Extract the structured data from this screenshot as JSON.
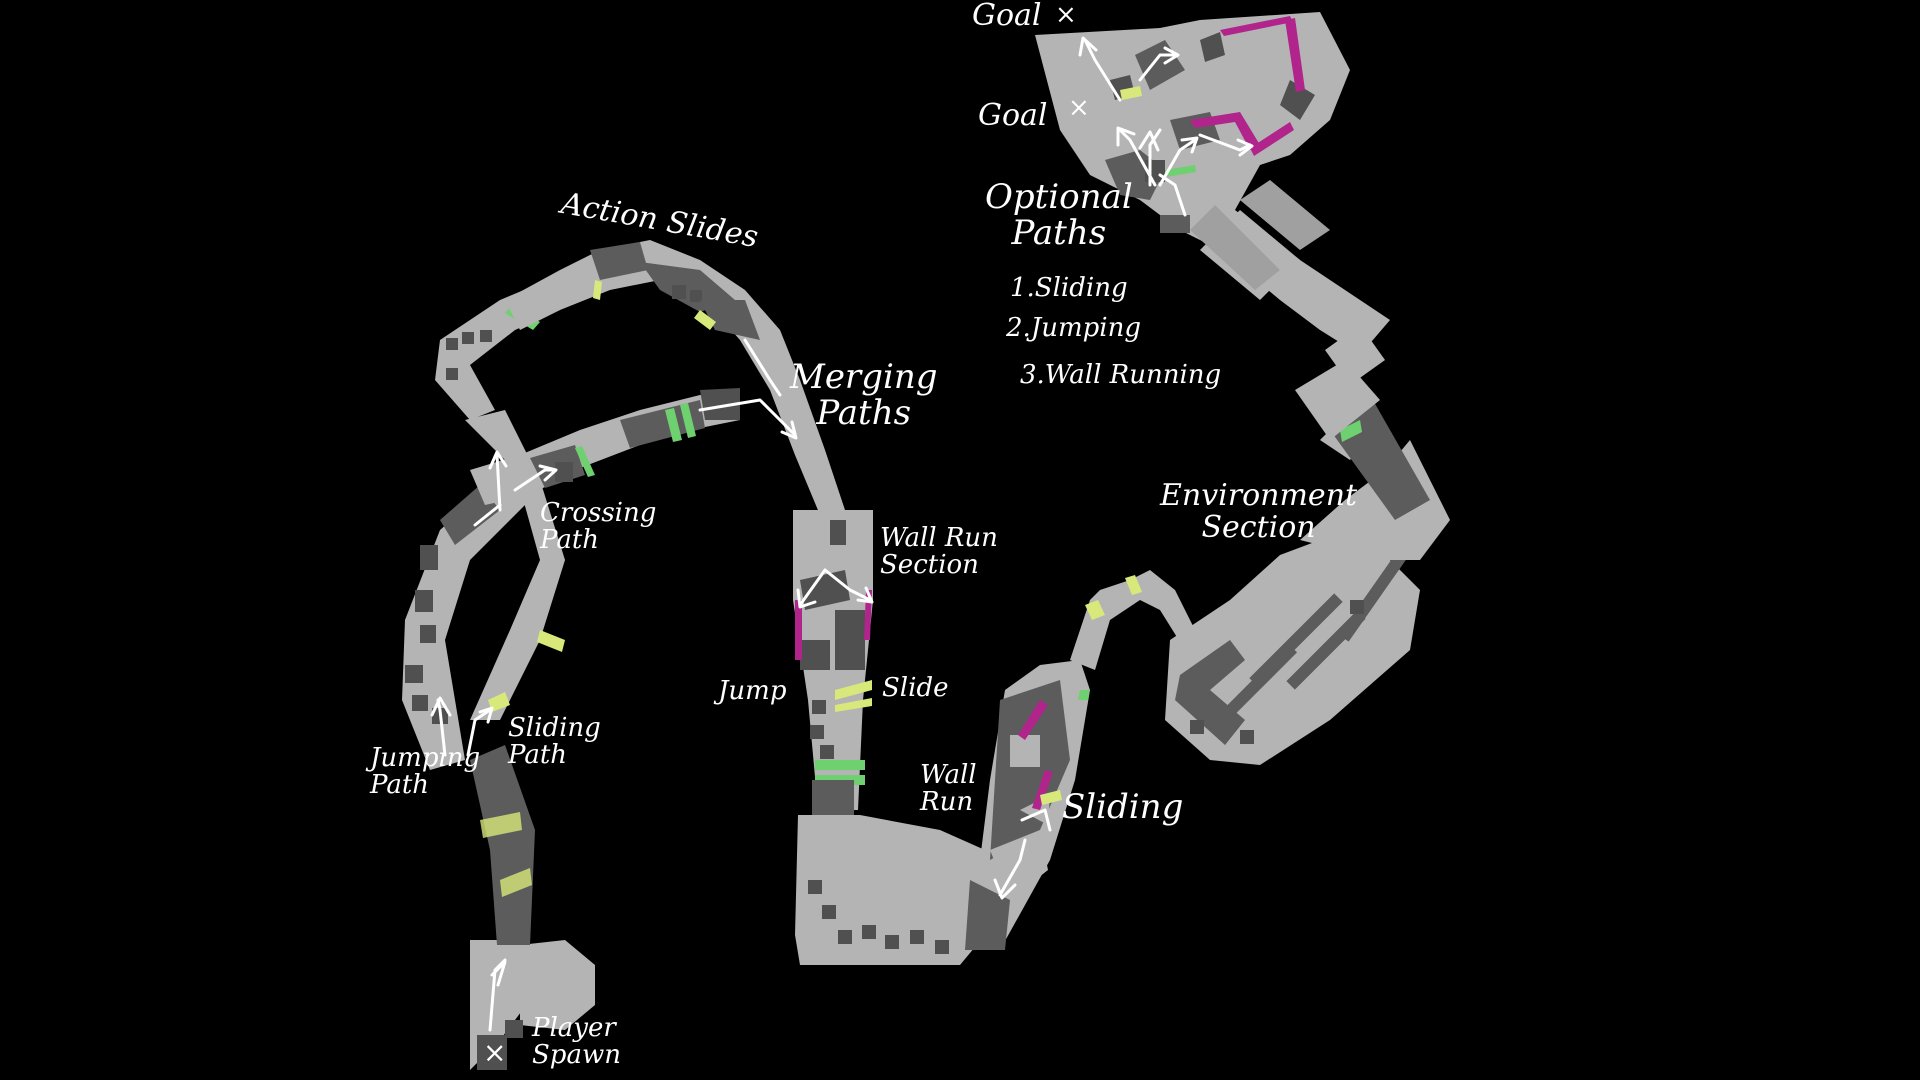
{
  "title": "Level Layout",
  "colors": {
    "background": "#000000",
    "floor": "#b4b4b4",
    "dark_floor": "#5c5c5c",
    "block": "#505050",
    "wall_run": "#b0248c",
    "slide": "#d8e87a",
    "jump": "#6fd06f",
    "arrow": "#ffffff"
  },
  "labels": {
    "goal_top": "Goal",
    "goal_mid": "Goal",
    "optional_paths": "Optional\nPaths",
    "optional_1": "1.Sliding",
    "optional_2": "2.Jumping",
    "optional_3": "3.Wall Running",
    "action_slides": "Action Slides",
    "merging_paths": "Merging\nPaths",
    "crossing_path": "Crossing\nPath",
    "wall_run_section": "Wall Run\nSection",
    "jump": "Jump",
    "slide": "Slide",
    "environment_section": "Environment\nSection",
    "jumping_path": "Jumping\nPath",
    "sliding_path": "Sliding\nPath",
    "wall_run": "Wall\nRun",
    "sliding": "Sliding",
    "player_spawn": "Player\nSpawn"
  },
  "markers": {
    "spawn": "×",
    "goal": "×"
  }
}
